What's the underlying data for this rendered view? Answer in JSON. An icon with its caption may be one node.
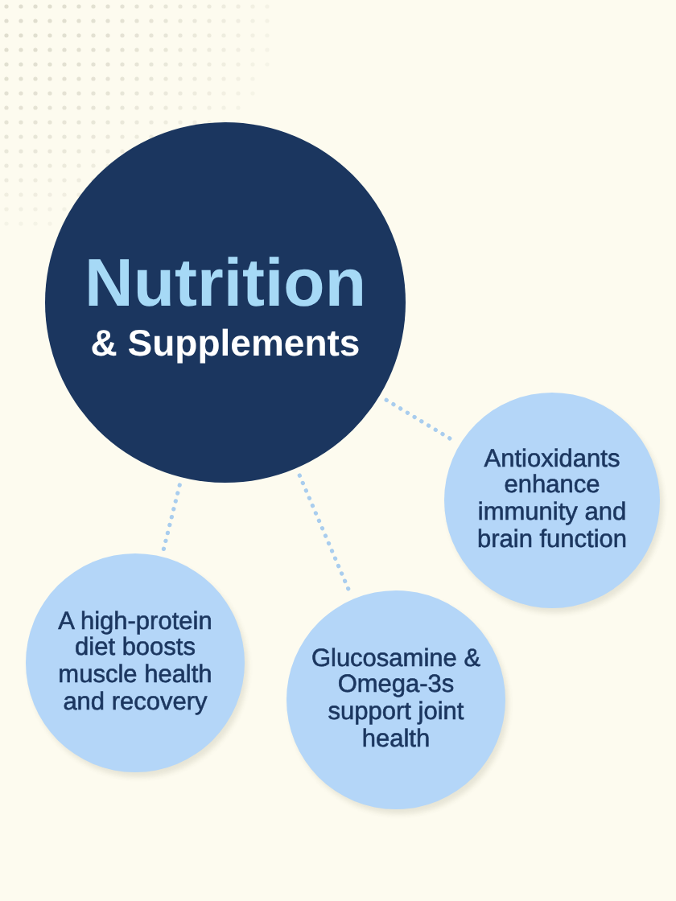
{
  "diagram": {
    "nodes": [
      {
        "text": [
          "Nutrition",
          "& Supplements"
        ]
      },
      {
        "text": [
          "Antioxidants enhance immunity and brain function"
        ]
      },
      {
        "text": [
          "A high-protein diet boosts muscle health and recovery"
        ]
      },
      {
        "text": [
          "Glucosamine & Omega-3s support joint health"
        ]
      }
    ],
    "edges": [
      {
        "from": 0,
        "to": 1,
        "arrow": "none",
        "style": "dashed"
      },
      {
        "from": 0,
        "to": 2,
        "arrow": "none",
        "style": "dashed"
      },
      {
        "from": 0,
        "to": 3,
        "arrow": "none",
        "style": "dashed"
      }
    ]
  }
}
